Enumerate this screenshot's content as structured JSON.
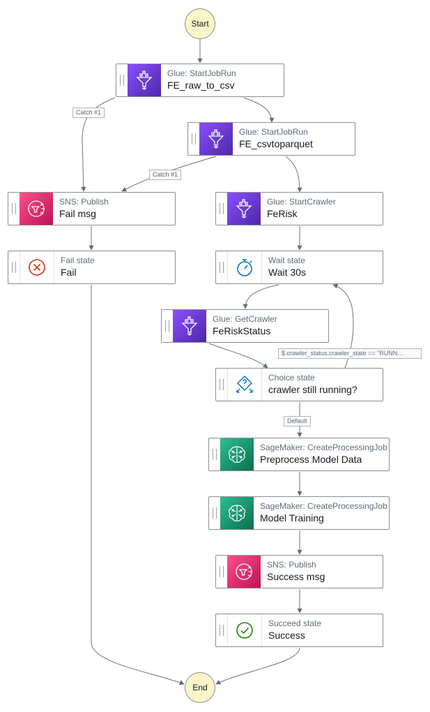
{
  "terminals": {
    "start": "Start",
    "end": "End"
  },
  "nodes": {
    "glue_raw": {
      "type": "Glue: StartJobRun",
      "name": "FE_raw_to_csv",
      "icon": "glue-funnel-icon"
    },
    "glue_pq": {
      "type": "Glue: StartJobRun",
      "name": "FE_csvtoparquet",
      "icon": "glue-funnel-icon"
    },
    "sns_fail": {
      "type": "SNS: Publish",
      "name": "Fail msg",
      "icon": "sns-publish-icon"
    },
    "fail": {
      "type": "Fail state",
      "name": "Fail",
      "icon": "x-circle-icon"
    },
    "crawler": {
      "type": "Glue: StartCrawler",
      "name": "FeRisk",
      "icon": "glue-funnel-icon"
    },
    "wait": {
      "type": "Wait state",
      "name": "Wait 30s",
      "icon": "stopwatch-icon"
    },
    "getcrawler": {
      "type": "Glue: GetCrawler",
      "name": "FeRiskStatus",
      "icon": "glue-funnel-icon"
    },
    "choice": {
      "type": "Choice state",
      "name": "crawler still running?",
      "icon": "choice-diamond-icon"
    },
    "prep": {
      "type": "SageMaker: CreateProcessingJob",
      "name": "Preprocess Model Data",
      "icon": "sagemaker-brain-icon"
    },
    "train": {
      "type": "SageMaker: CreateProcessingJob",
      "name": "Model Training",
      "icon": "sagemaker-brain-icon"
    },
    "sns_ok": {
      "type": "SNS: Publish",
      "name": "Success msg",
      "icon": "sns-publish-icon"
    },
    "success": {
      "type": "Succeed state",
      "name": "Success",
      "icon": "check-circle-icon"
    }
  },
  "edge_labels": {
    "catch1": "Catch #1",
    "catch2": "Catch #1",
    "running": "$.crawler_status.crawler_state == \"RUNN…",
    "default": "Default"
  },
  "colors": {
    "glue": "#7b3fe4",
    "sns": "#e7157b",
    "sagemaker": "#1b8f6a",
    "fail": "#d13212",
    "success": "#1d8102",
    "wait": "#0073bb",
    "terminal_fill": "#fbf5c9",
    "edge": "#5f6b7a"
  }
}
